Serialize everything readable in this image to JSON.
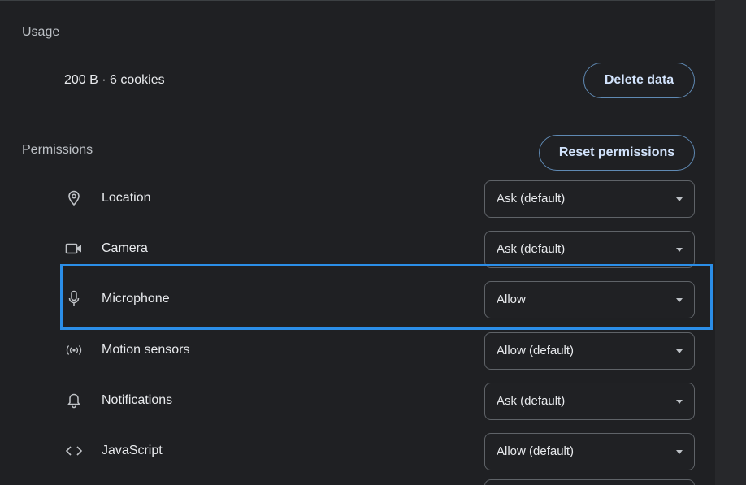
{
  "usage": {
    "title": "Usage",
    "summary": "200 B · 6 cookies",
    "delete_label": "Delete data"
  },
  "permissions": {
    "title": "Permissions",
    "reset_label": "Reset permissions",
    "items": [
      {
        "label": "Location",
        "icon": "location-pin-icon",
        "value": "Ask (default)"
      },
      {
        "label": "Camera",
        "icon": "camera-icon",
        "value": "Ask (default)"
      },
      {
        "label": "Microphone",
        "icon": "microphone-icon",
        "value": "Allow"
      },
      {
        "label": "Motion sensors",
        "icon": "motion-sensors-icon",
        "value": "Allow (default)"
      },
      {
        "label": "Notifications",
        "icon": "bell-icon",
        "value": "Ask (default)"
      },
      {
        "label": "JavaScript",
        "icon": "code-icon",
        "value": "Allow (default)"
      }
    ]
  },
  "colors": {
    "background": "#1f2023",
    "accent_border": "#5f89b3",
    "highlight": "#2b8ee8"
  }
}
